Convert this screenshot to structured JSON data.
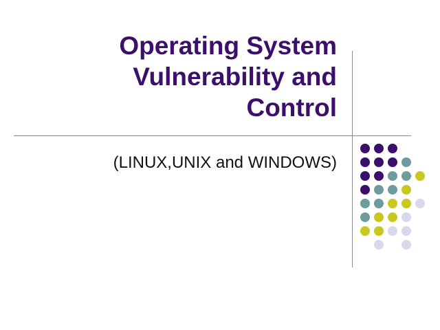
{
  "slide": {
    "title_lines": [
      "Operating System",
      "Vulnerability and",
      "Control"
    ],
    "subtitle": "(LINUX,UNIX and WINDOWS)"
  },
  "colors": {
    "title": "#3b0f6b",
    "purple": "#3b0f6b",
    "teal": "#6e9c9c",
    "yellow": "#c8c81e",
    "lavender": "#d8d8ec",
    "line": "#8a8a8a"
  },
  "dot_grid": {
    "rows": [
      [
        "purple",
        "purple",
        "purple",
        null,
        null
      ],
      [
        "purple",
        "purple",
        "purple",
        "teal",
        null
      ],
      [
        "purple",
        "purple",
        "teal",
        "teal",
        "yellow"
      ],
      [
        "purple",
        "teal",
        "teal",
        "yellow",
        null
      ],
      [
        "teal",
        "teal",
        "yellow",
        "yellow",
        "lavender"
      ],
      [
        "teal",
        "yellow",
        "yellow",
        "lavender",
        null
      ],
      [
        "yellow",
        "yellow",
        "lavender",
        "lavender",
        null
      ],
      [
        null,
        "lavender",
        null,
        "lavender",
        null
      ]
    ]
  }
}
